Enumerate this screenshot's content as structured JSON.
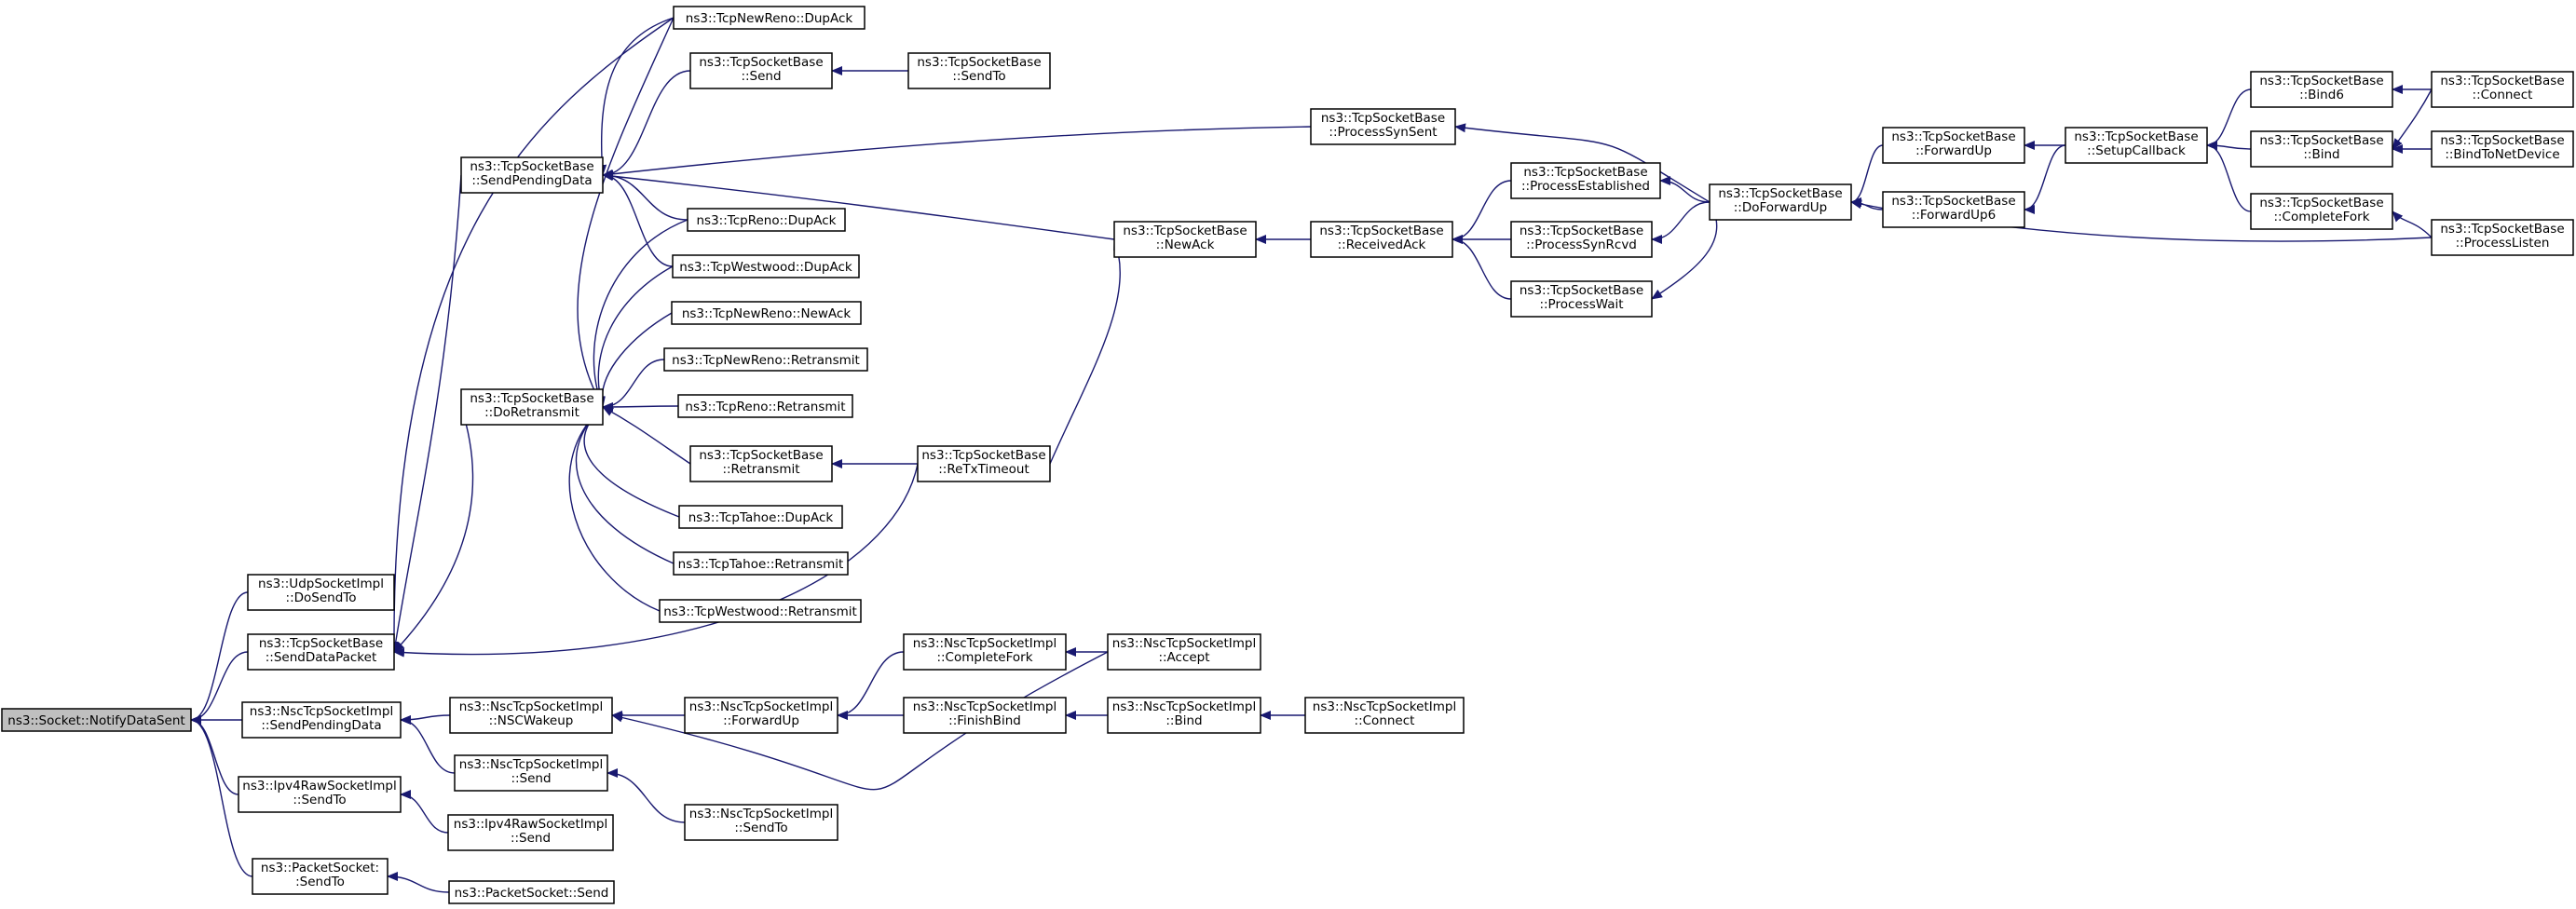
{
  "diagram": {
    "type": "call-graph",
    "edge_color": "#191970",
    "root_fill": "#bfbfbf",
    "nodes": [
      {
        "id": "n0",
        "lines": [
          "ns3::Socket::NotifyDataSent"
        ]
      },
      {
        "id": "n1",
        "lines": [
          "ns3::UdpSocketImpl",
          "::DoSendTo"
        ]
      },
      {
        "id": "n2",
        "lines": [
          "ns3::TcpSocketBase",
          "::SendDataPacket"
        ]
      },
      {
        "id": "n3",
        "lines": [
          "ns3::NscTcpSocketImpl",
          "::SendPendingData"
        ]
      },
      {
        "id": "n4",
        "lines": [
          "ns3::Ipv4RawSocketImpl",
          "::SendTo"
        ]
      },
      {
        "id": "n5",
        "lines": [
          "ns3::PacketSocket:",
          ":SendTo"
        ]
      },
      {
        "id": "n6",
        "lines": [
          "ns3::TcpSocketBase",
          "::SendPendingData"
        ]
      },
      {
        "id": "n7",
        "lines": [
          "ns3::TcpSocketBase",
          "::DoRetransmit"
        ]
      },
      {
        "id": "n8",
        "lines": [
          "ns3::NscTcpSocketImpl",
          "::NSCWakeup"
        ]
      },
      {
        "id": "n9",
        "lines": [
          "ns3::NscTcpSocketImpl",
          "::Send"
        ]
      },
      {
        "id": "n10",
        "lines": [
          "ns3::Ipv4RawSocketImpl",
          "::Send"
        ]
      },
      {
        "id": "n11",
        "lines": [
          "ns3::PacketSocket::Send"
        ]
      },
      {
        "id": "n12",
        "lines": [
          "ns3::TcpNewReno::DupAck"
        ]
      },
      {
        "id": "n13",
        "lines": [
          "ns3::TcpSocketBase",
          "::Send"
        ]
      },
      {
        "id": "n14",
        "lines": [
          "ns3::TcpReno::DupAck"
        ]
      },
      {
        "id": "n15",
        "lines": [
          "ns3::TcpWestwood::DupAck"
        ]
      },
      {
        "id": "n16",
        "lines": [
          "ns3::TcpNewReno::NewAck"
        ]
      },
      {
        "id": "n17",
        "lines": [
          "ns3::TcpNewReno::Retransmit"
        ]
      },
      {
        "id": "n18",
        "lines": [
          "ns3::TcpReno::Retransmit"
        ]
      },
      {
        "id": "n19",
        "lines": [
          "ns3::TcpSocketBase",
          "::Retransmit"
        ]
      },
      {
        "id": "n20",
        "lines": [
          "ns3::TcpTahoe::DupAck"
        ]
      },
      {
        "id": "n21",
        "lines": [
          "ns3::TcpTahoe::Retransmit"
        ]
      },
      {
        "id": "n22",
        "lines": [
          "ns3::TcpWestwood::Retransmit"
        ]
      },
      {
        "id": "n23",
        "lines": [
          "ns3::NscTcpSocketImpl",
          "::ForwardUp"
        ]
      },
      {
        "id": "n24",
        "lines": [
          "ns3::NscTcpSocketImpl",
          "::SendTo"
        ]
      },
      {
        "id": "n25",
        "lines": [
          "ns3::TcpSocketBase",
          "::SendTo"
        ]
      },
      {
        "id": "n26",
        "lines": [
          "ns3::TcpSocketBase",
          "::ReTxTimeout"
        ]
      },
      {
        "id": "n27",
        "lines": [
          "ns3::NscTcpSocketImpl",
          "::CompleteFork"
        ]
      },
      {
        "id": "n28",
        "lines": [
          "ns3::NscTcpSocketImpl",
          "::FinishBind"
        ]
      },
      {
        "id": "n29",
        "lines": [
          "ns3::TcpSocketBase",
          "::ProcessSynSent"
        ]
      },
      {
        "id": "n30",
        "lines": [
          "ns3::TcpSocketBase",
          "::NewAck"
        ]
      },
      {
        "id": "n31",
        "lines": [
          "ns3::NscTcpSocketImpl",
          "::Accept"
        ]
      },
      {
        "id": "n32",
        "lines": [
          "ns3::NscTcpSocketImpl",
          "::Bind"
        ]
      },
      {
        "id": "n33",
        "lines": [
          "ns3::NscTcpSocketImpl",
          "::Connect"
        ]
      },
      {
        "id": "n34",
        "lines": [
          "ns3::TcpSocketBase",
          "::ReceivedAck"
        ]
      },
      {
        "id": "n35",
        "lines": [
          "ns3::TcpSocketBase",
          "::ProcessEstablished"
        ]
      },
      {
        "id": "n36",
        "lines": [
          "ns3::TcpSocketBase",
          "::ProcessSynRcvd"
        ]
      },
      {
        "id": "n37",
        "lines": [
          "ns3::TcpSocketBase",
          "::ProcessWait"
        ]
      },
      {
        "id": "n38",
        "lines": [
          "ns3::TcpSocketBase",
          "::DoForwardUp"
        ]
      },
      {
        "id": "n39",
        "lines": [
          "ns3::TcpSocketBase",
          "::ForwardUp"
        ]
      },
      {
        "id": "n40",
        "lines": [
          "ns3::TcpSocketBase",
          "::ForwardUp6"
        ]
      },
      {
        "id": "n41",
        "lines": [
          "ns3::TcpSocketBase",
          "::SetupCallback"
        ]
      },
      {
        "id": "n42",
        "lines": [
          "ns3::TcpSocketBase",
          "::Bind6"
        ]
      },
      {
        "id": "n43",
        "lines": [
          "ns3::TcpSocketBase",
          "::Bind"
        ]
      },
      {
        "id": "n44",
        "lines": [
          "ns3::TcpSocketBase",
          "::CompleteFork"
        ]
      },
      {
        "id": "n45",
        "lines": [
          "ns3::TcpSocketBase",
          "::Connect"
        ]
      },
      {
        "id": "n46",
        "lines": [
          "ns3::TcpSocketBase",
          "::BindToNetDevice"
        ]
      },
      {
        "id": "n47",
        "lines": [
          "ns3::TcpSocketBase",
          "::ProcessListen"
        ]
      }
    ],
    "edges": [
      [
        "n1",
        "n0"
      ],
      [
        "n2",
        "n0"
      ],
      [
        "n3",
        "n0"
      ],
      [
        "n4",
        "n0"
      ],
      [
        "n5",
        "n0"
      ],
      [
        "n6",
        "n2"
      ],
      [
        "n7",
        "n2"
      ],
      [
        "n12",
        "n2"
      ],
      [
        "n26",
        "n2"
      ],
      [
        "n8",
        "n3"
      ],
      [
        "n9",
        "n3"
      ],
      [
        "n10",
        "n4"
      ],
      [
        "n11",
        "n5"
      ],
      [
        "n12",
        "n6"
      ],
      [
        "n13",
        "n6"
      ],
      [
        "n14",
        "n6"
      ],
      [
        "n15",
        "n6"
      ],
      [
        "n29",
        "n6"
      ],
      [
        "n30",
        "n6"
      ],
      [
        "n12",
        "n7"
      ],
      [
        "n14",
        "n7"
      ],
      [
        "n15",
        "n7"
      ],
      [
        "n16",
        "n7"
      ],
      [
        "n17",
        "n7"
      ],
      [
        "n18",
        "n7"
      ],
      [
        "n19",
        "n7"
      ],
      [
        "n20",
        "n7"
      ],
      [
        "n21",
        "n7"
      ],
      [
        "n22",
        "n7"
      ],
      [
        "n23",
        "n8"
      ],
      [
        "n31",
        "n8"
      ],
      [
        "n24",
        "n9"
      ],
      [
        "n25",
        "n13"
      ],
      [
        "n26",
        "n19"
      ],
      [
        "n26",
        "n30"
      ],
      [
        "n27",
        "n23"
      ],
      [
        "n28",
        "n23"
      ],
      [
        "n31",
        "n27"
      ],
      [
        "n32",
        "n28"
      ],
      [
        "n33",
        "n32"
      ],
      [
        "n34",
        "n30"
      ],
      [
        "n35",
        "n34"
      ],
      [
        "n36",
        "n34"
      ],
      [
        "n37",
        "n34"
      ],
      [
        "n38",
        "n29"
      ],
      [
        "n38",
        "n35"
      ],
      [
        "n38",
        "n36"
      ],
      [
        "n38",
        "n37"
      ],
      [
        "n39",
        "n38"
      ],
      [
        "n40",
        "n38"
      ],
      [
        "n47",
        "n38"
      ],
      [
        "n41",
        "n39"
      ],
      [
        "n41",
        "n40"
      ],
      [
        "n42",
        "n41"
      ],
      [
        "n43",
        "n41"
      ],
      [
        "n44",
        "n41"
      ],
      [
        "n45",
        "n42"
      ],
      [
        "n45",
        "n43"
      ],
      [
        "n46",
        "n43"
      ],
      [
        "n47",
        "n44"
      ]
    ]
  }
}
